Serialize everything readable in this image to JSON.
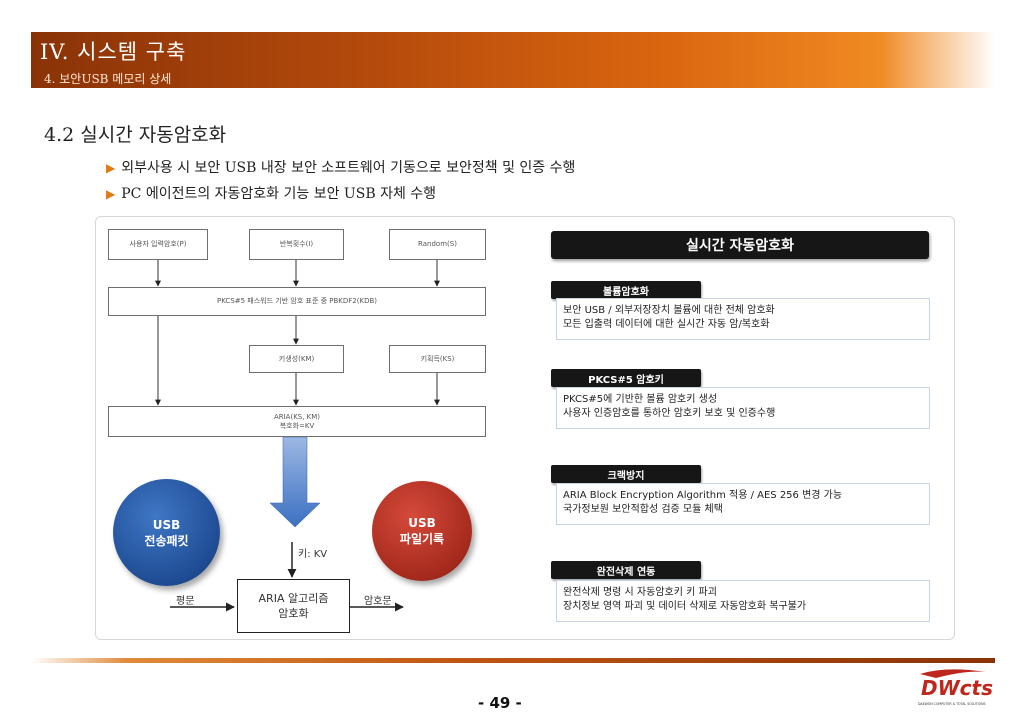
{
  "header": {
    "title": "IV. 시스템 구축",
    "subtitle": "4.   보안USB 메모리 상세"
  },
  "section": {
    "heading": "4.2 실시간 자동암호화",
    "bullets": [
      "외부사용 시 보안 USB 내장 보안 소프트웨어 기동으로 보안정책 및 인증 수행",
      "PC 에이전트의 자동암호화 기능 보안 USB 자체 수행"
    ]
  },
  "flow": {
    "box_password": "사용자 입력암호(P)",
    "box_iter": "반복횟수(I)",
    "box_random": "Random(S)",
    "box_pkcs": "PKCS#5 패스워드 기반 암호 표준 중 PBKDF2(KDB)",
    "box_km": "키생성(KM)",
    "box_ks": "키획득(KS)",
    "box_aria_line1": "ARIA(KS, KM)",
    "box_aria_line2": "복호화=KV",
    "usb_packet": "USB\n전송패킷",
    "usb_file": "USB\n파일기록",
    "key_label": "키: KV",
    "plain_label": "평문",
    "cipher_label": "암호문",
    "algo_box": "ARIA 알고리즘\n암호화"
  },
  "right": {
    "title": "실시간 자동암호화",
    "cards": [
      {
        "tag": "볼륨암호화",
        "lines": [
          "보안 USB / 외부저장장치 볼륨에 대한 전체 암호화",
          "모든 입출력 데이터에 대한 실시간 자동 암/복호화"
        ]
      },
      {
        "tag": "PKCS#5 암호키",
        "lines": [
          "PKCS#5에 기반한 볼륨 암호키 생성",
          "사용자 인증암호를 통하안 암호키 보호 및 인증수행"
        ]
      },
      {
        "tag": "크랙방지",
        "lines": [
          "ARIA Block Encryption Algorithm 적용 / AES 256 변경 가능",
          "국가정보원 보안적합성 검증 모듈 체택"
        ]
      },
      {
        "tag": "완전삭제 연동",
        "lines": [
          "완전삭제 명령 시 자동암호키 키 파괴",
          "장치정보 영역 파괴 및 데이터 삭제로 자동암호화 복구불가"
        ]
      }
    ]
  },
  "footer": {
    "page": "- 49 -",
    "logo_text": "DWcts",
    "logo_caption": "DAEWON COMPUTER & TOTAL SOLUTIONS"
  },
  "colors": {
    "accent": "#e07b16",
    "header_dark": "#8a3307",
    "blue": "#1f4c94",
    "red": "#a52a1d"
  }
}
